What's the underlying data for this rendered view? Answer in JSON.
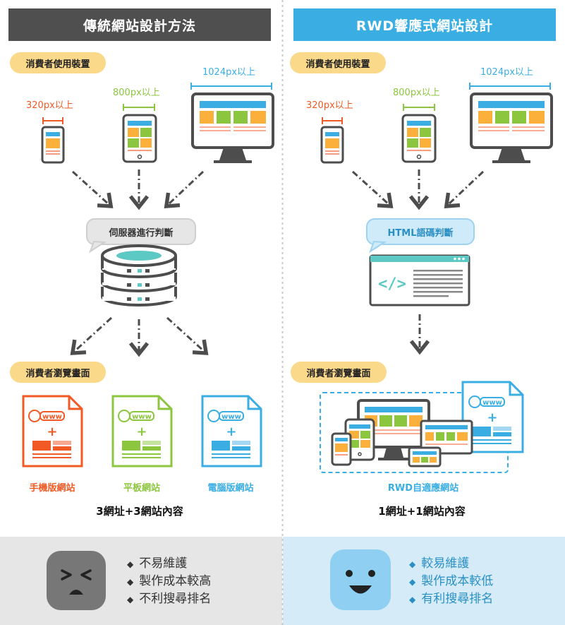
{
  "left": {
    "header": "傳統網站設計方法",
    "devices_pill": "消費者使用裝置",
    "size_phone": "320px以上",
    "size_tablet": "800px以上",
    "size_desktop": "1024px以上",
    "server_bubble": "伺服器進行判斷",
    "browse_pill": "消費者瀏覽畫面",
    "captions": [
      "手機版網站",
      "平板網站",
      "電腦版網站"
    ],
    "result": "3網址+3網站內容",
    "bullets": [
      "不易維護",
      "製作成本較高",
      "不利搜尋排名"
    ]
  },
  "right": {
    "header": "RWD響應式網站設計",
    "devices_pill": "消費者使用裝置",
    "size_phone": "320px以上",
    "size_tablet": "800px以上",
    "size_desktop": "1024px以上",
    "html_bubble": "HTML語碼判斷",
    "browse_pill": "消費者瀏覽畫面",
    "caption": "RWD自適應網站",
    "result": "1網址+1網站內容",
    "bullets": [
      "較易維護",
      "製作成本較低",
      "有利搜尋排名"
    ]
  },
  "bullet_glyph": "◆",
  "www_text": "www",
  "plus_text": "+",
  "code_glyph": "</>",
  "colors": {
    "left_header": "#4f4f4f",
    "right_header": "#3aaee3",
    "pill": "#fbd98a",
    "orange": "#f15a24",
    "green": "#8cc63f",
    "blue": "#3aaee3",
    "yellow": "#fbb03b",
    "teal": "#5dc9c4",
    "dark": "#4d4d4d",
    "left_footer": "#e6e6e6",
    "right_footer": "#d5ecf8"
  }
}
